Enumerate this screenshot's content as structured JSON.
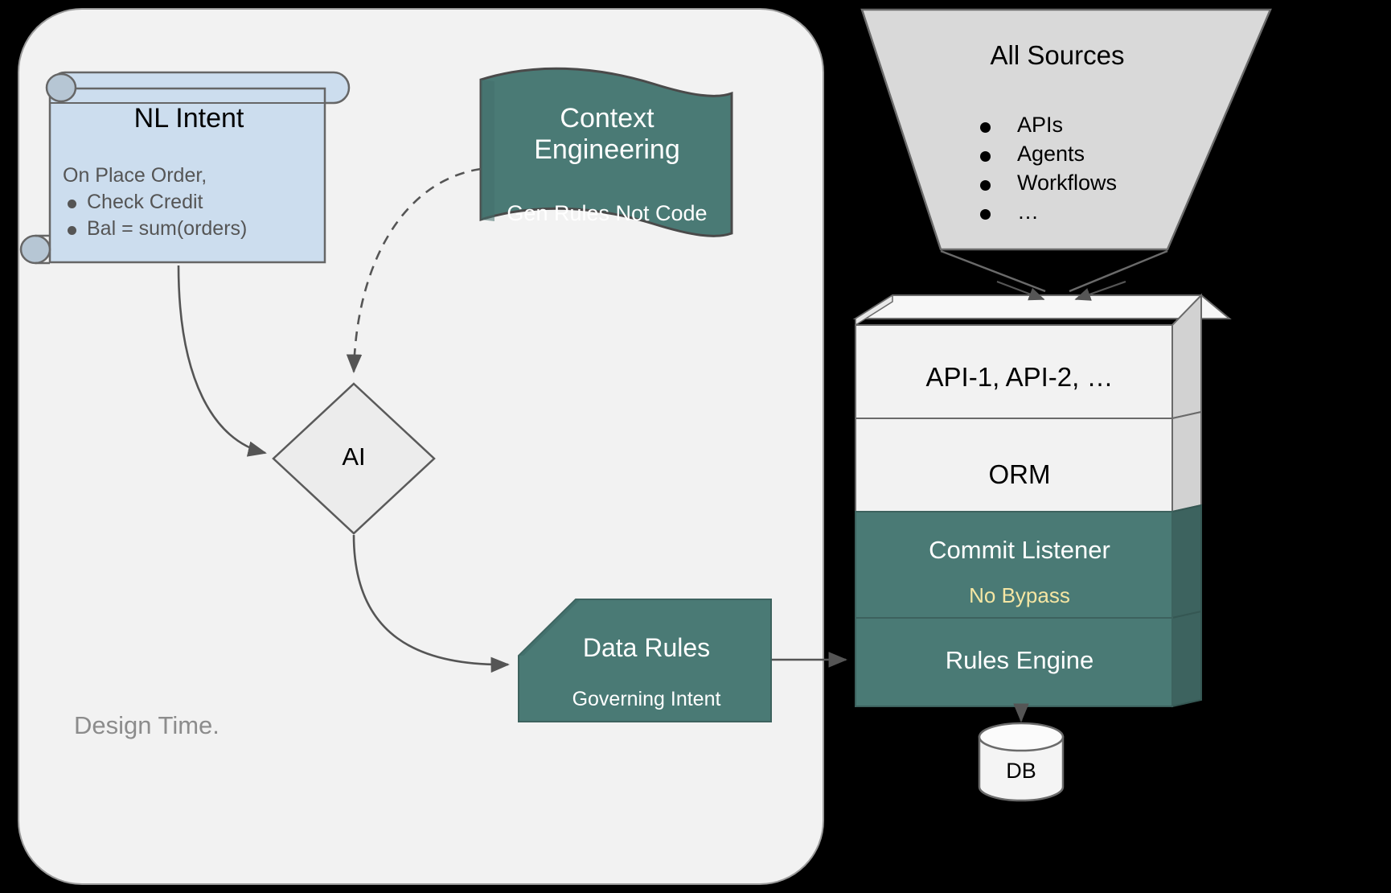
{
  "design_panel": {
    "footer_label": "Design Time."
  },
  "nl_intent": {
    "title": "NL Intent",
    "lead": "On Place Order,",
    "bullets": [
      "Check Credit",
      "Bal = sum(orders)"
    ]
  },
  "context_engineering": {
    "title_line1": "Context",
    "title_line2": "Engineering",
    "subtitle": "Gen Rules Not Code"
  },
  "ai_node": {
    "label": "AI"
  },
  "data_rules": {
    "title": "Data Rules",
    "subtitle": "Governing Intent"
  },
  "all_sources": {
    "title": "All Sources",
    "items": [
      "APIs",
      "Agents",
      "Workflows",
      "…"
    ]
  },
  "stack": {
    "layers": [
      {
        "label": "API-1, API-2, …",
        "sublabel": ""
      },
      {
        "label": "ORM",
        "sublabel": ""
      },
      {
        "label": "Commit Listener",
        "sublabel": "No Bypass"
      },
      {
        "label": "Rules Engine",
        "sublabel": ""
      }
    ]
  },
  "database": {
    "label": "DB"
  },
  "colors": {
    "teal": "#4a7a75",
    "panel_bg": "#f2f2f2",
    "nl_fill": "#ccddee",
    "trapezoid_fill": "#d9d9d9",
    "stack_light": "#f2f2f2",
    "no_bypass_yellow": "#f5e6a3",
    "edge_stroke": "#5a5a5a",
    "design_label": "#8c8c8c"
  }
}
